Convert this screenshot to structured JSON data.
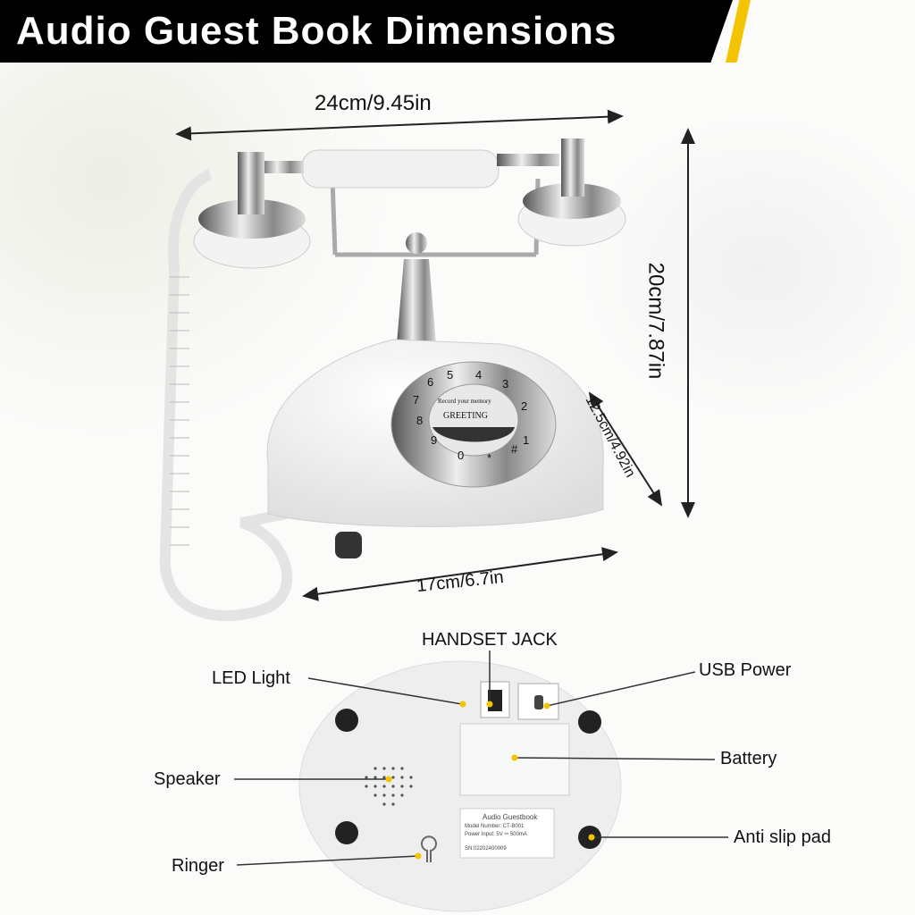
{
  "header": {
    "title": "Audio Guest Book Dimensions"
  },
  "dimensions": {
    "width": "24cm/9.45in",
    "height": "20cm/7.87in",
    "depth": "12.5cm/4.92in",
    "base": "17cm/6.7in"
  },
  "dial": {
    "keys": [
      "1",
      "2",
      "3",
      "4",
      "5",
      "6",
      "7",
      "8",
      "9",
      "0",
      "*",
      "#"
    ],
    "center_top": "Record your memory",
    "center_label": "GREETING"
  },
  "callouts": {
    "handset_jack": "HANDSET JACK",
    "led_light": "LED Light",
    "usb_power": "USB Power",
    "speaker": "Speaker",
    "battery": "Battery",
    "ringer": "Ringer",
    "anti_slip_pad": "Anti slip pad"
  },
  "nameplate": {
    "title": "Audio Guestbook",
    "model": "Model Number: CT-B001",
    "power": "Power Input: 5V ⎓ 500mA",
    "sn": "SN:02202400009"
  },
  "colors": {
    "banner": "#000000",
    "accent": "#f5c400",
    "callout_dot": "#f5c400"
  }
}
